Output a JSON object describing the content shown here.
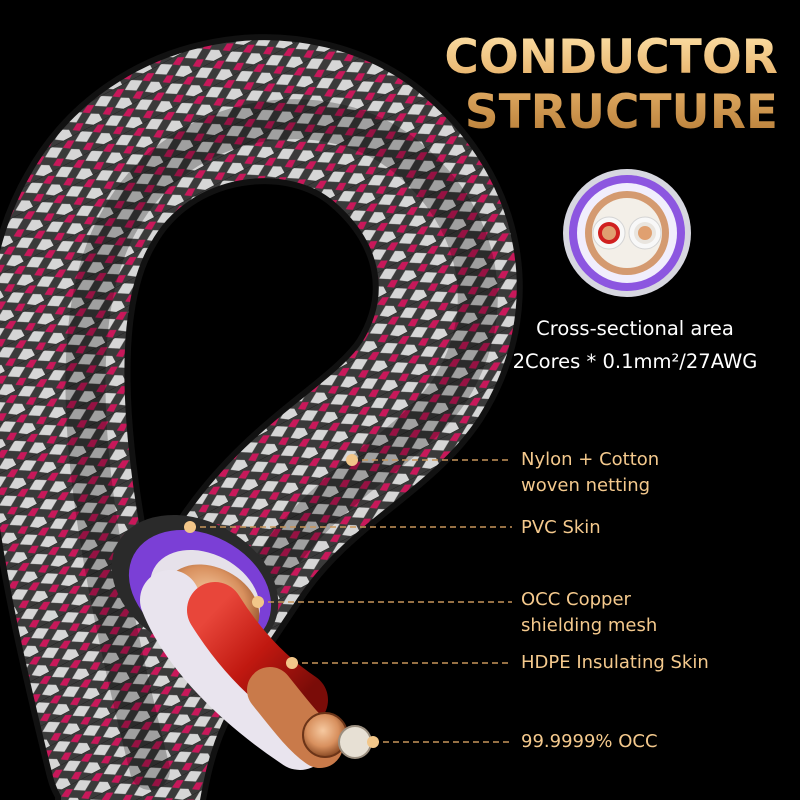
{
  "title": {
    "line1": "CONDUCTOR",
    "line2": "STRUCTURE"
  },
  "cross_section": {
    "caption_line1": "Cross-sectional area",
    "caption_line2": "2Cores * 0.1mm²/27AWG"
  },
  "callouts": [
    {
      "line1": "Nylon + Cotton",
      "line2": "woven netting"
    },
    {
      "line1": "PVC Skin"
    },
    {
      "line1": "OCC Copper",
      "line2": "shielding mesh"
    },
    {
      "line1": "HDPE Insulating Skin"
    },
    {
      "line1": "99.9999% OCC"
    }
  ],
  "colors": {
    "accent_gold": "#f2c689",
    "braid_pink": "#c8185a",
    "braid_white": "#d9d9d9",
    "braid_dark": "#3a3a3a",
    "pvc_purple": "#7b3fd6",
    "copper": "#c97a4a",
    "hdpe_red": "#c81c14"
  }
}
